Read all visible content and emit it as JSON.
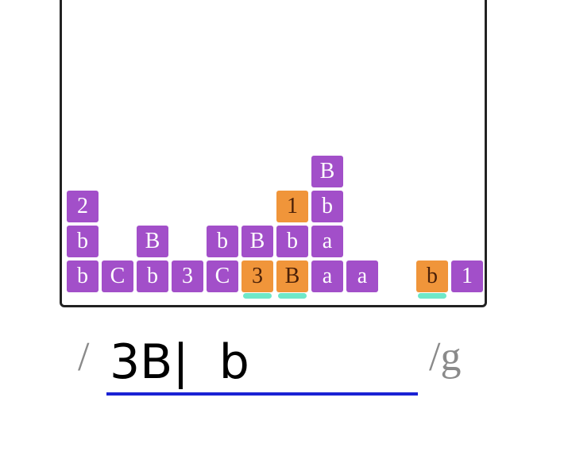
{
  "colors": {
    "purple": "#a24fc9",
    "orange": "#f0953a",
    "highlight": "#6ee8c8",
    "underline": "#1a22d4"
  },
  "columns": [
    {
      "tiles": [
        {
          "char": "b",
          "color": "purple"
        },
        {
          "char": "b",
          "color": "purple"
        },
        {
          "char": "2",
          "color": "purple"
        }
      ]
    },
    {
      "tiles": [
        {
          "char": "C",
          "color": "purple"
        }
      ]
    },
    {
      "tiles": [
        {
          "char": "b",
          "color": "purple"
        },
        {
          "char": "B",
          "color": "purple"
        }
      ]
    },
    {
      "tiles": [
        {
          "char": "3",
          "color": "purple"
        }
      ]
    },
    {
      "tiles": [
        {
          "char": "C",
          "color": "purple"
        },
        {
          "char": "b",
          "color": "purple"
        }
      ]
    },
    {
      "tiles": [
        {
          "char": "3",
          "color": "orange"
        },
        {
          "char": "B",
          "color": "purple"
        }
      ],
      "highlighted": true
    },
    {
      "tiles": [
        {
          "char": "B",
          "color": "orange"
        },
        {
          "char": "b",
          "color": "purple"
        },
        {
          "char": "1",
          "color": "orange"
        }
      ],
      "highlighted": true
    },
    {
      "tiles": [
        {
          "char": "a",
          "color": "purple"
        },
        {
          "char": "a",
          "color": "purple"
        },
        {
          "char": "b",
          "color": "purple"
        },
        {
          "char": "B",
          "color": "purple"
        }
      ]
    },
    {
      "tiles": [
        {
          "char": "a",
          "color": "purple"
        }
      ]
    },
    {
      "tiles": []
    },
    {
      "tiles": [
        {
          "char": "b",
          "color": "orange"
        }
      ],
      "highlighted": true
    },
    {
      "tiles": [
        {
          "char": "1",
          "color": "purple"
        }
      ]
    }
  ],
  "regex": {
    "open_delimiter": "/",
    "value": "3B|  b",
    "close_delimiter": "/g"
  }
}
